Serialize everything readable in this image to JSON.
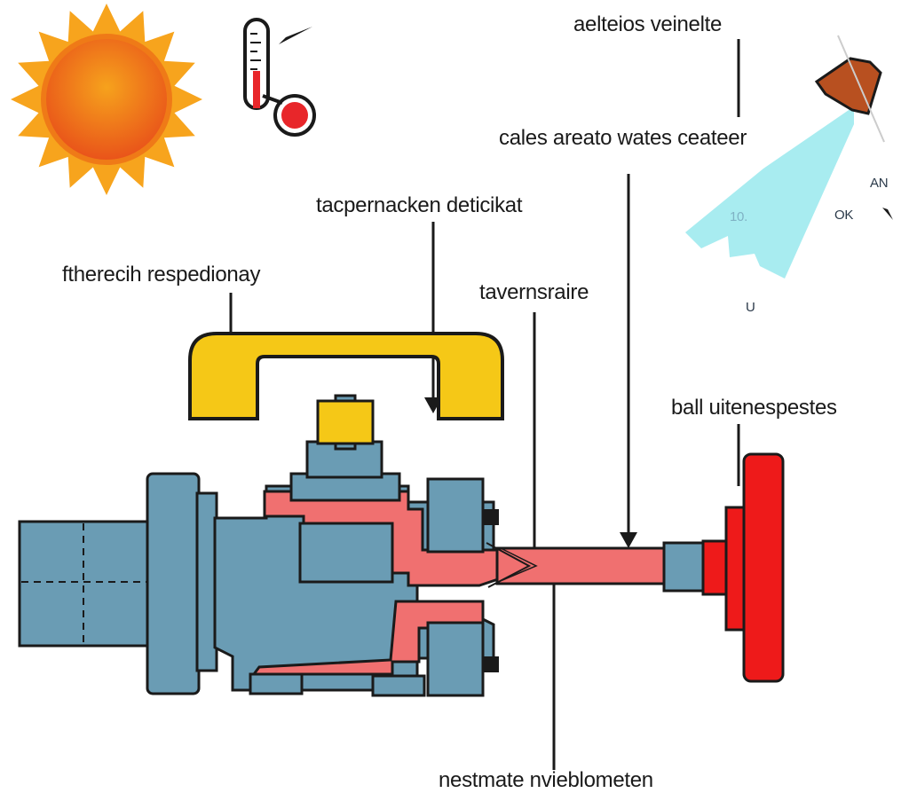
{
  "labels": {
    "top_right": "aelteios veinelte",
    "mid_top": "cales areato wates ceateer",
    "handle_label": "tacpernacken deticikat",
    "left_label": "ftherecih respedionay",
    "shaft_label": "tavernsraire",
    "right_label": "ball uitenespestes",
    "bottom_label": "nestmate nvieblometen"
  },
  "beam_text": {
    "an": "AN",
    "ok": "OK",
    "num": "10.",
    "u": "U"
  },
  "colors": {
    "body_blue": "#6a9cb4",
    "seal_red": "#f07070",
    "handle_yellow": "#f5c817",
    "knob_red": "#ee1a1a",
    "outline": "#1a1a1a",
    "beam": "#a8ecf0",
    "nozzle": "#b85020"
  },
  "icons": [
    "sun-icon",
    "thermometer-icon",
    "spray-nozzle-icon"
  ]
}
